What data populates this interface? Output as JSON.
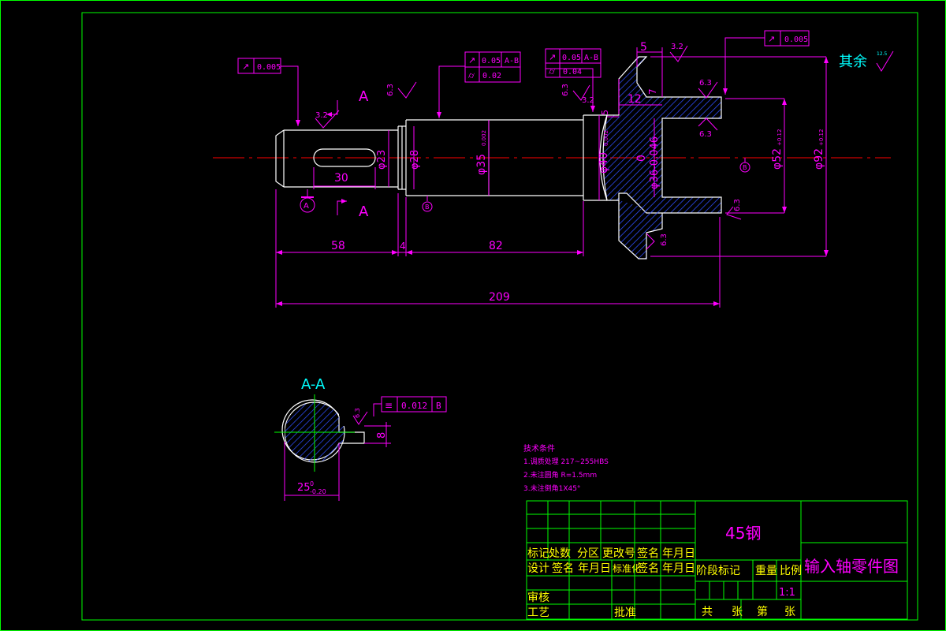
{
  "colors": {
    "background": "#000000",
    "frame": "#00ff00",
    "outline": "#ffffff",
    "dimension": "#ff00ff",
    "centerline": "#ff0000",
    "hatch": "#3050ff",
    "cyan": "#00ffff",
    "yellow": "#ffff00"
  },
  "tolerance_frames": {
    "left_runout": {
      "symbol": "↗",
      "value": "0.005"
    },
    "middle_runout": {
      "symbol": "↗",
      "value": "0.05",
      "datum": "A-B"
    },
    "middle_cyl": {
      "symbol": "⌭",
      "value": "0.02"
    },
    "disk_runout": {
      "symbol": "↗",
      "value": "0.05",
      "datum": "A-B"
    },
    "disk_cyl": {
      "symbol": "⌭",
      "value": "0.04"
    },
    "right_runout": {
      "symbol": "↗",
      "value": "0.005"
    },
    "section_sym": {
      "symbol": "≡",
      "value": "0.012",
      "datum": "B"
    }
  },
  "section_marks": {
    "top": "A",
    "bottom": "A"
  },
  "datum_labels": {
    "a": "A",
    "b": "B"
  },
  "roughness": {
    "r1": "3.2",
    "r2": "6.3",
    "r3": "6.3",
    "r4": "3.2",
    "r5": "6.3",
    "r6": "6.3",
    "r7": "6.3",
    "r8": "6.3",
    "r9": "3.2",
    "r10": "6.3"
  },
  "rest_label": "其余",
  "rest_symbol": "12.5",
  "dimensions": {
    "key_length": "30",
    "d23": "φ23",
    "d28": "φ28",
    "d35": "φ35",
    "d35_tol": "0.002",
    "d40": "φ40",
    "d40_tol": "0.002",
    "d36": "φ36-0.046",
    "d36_zero": "0",
    "d52": "φ52",
    "d52_tol": "+0.12",
    "d92": "φ92",
    "d92_tol": "+0.12",
    "l58": "58",
    "l4": "4",
    "l82": "82",
    "l209": "209",
    "l5": "5",
    "l12": "12",
    "l7": "7",
    "l5b": "5"
  },
  "section_view": {
    "title": "A-A",
    "width": "25",
    "width_tol_upper": "0",
    "width_tol_lower": "-0.20",
    "depth": "8"
  },
  "tech_notes": {
    "title": "技术条件",
    "items": [
      "1.调质处理 217~255HBS",
      "2.未注圆角 R=1.5mm",
      "3.未注倒角1X45°"
    ]
  },
  "title_block": {
    "material": "45钢",
    "drawing_name": "输入轴零件图",
    "labels": {
      "mark": "标记",
      "count": "处数",
      "zone": "分区",
      "change_no": "更改号",
      "sign": "签名",
      "date": "年月日",
      "design": "设计",
      "sign2": "签名",
      "date2": "年月日",
      "standard": "标准化",
      "sign3": "签名",
      "date3": "年月日",
      "stage": "阶段标记",
      "weight": "重量",
      "scale": "比例",
      "review": "审核",
      "process": "工艺",
      "approve": "批准",
      "total": "共",
      "sheets": "张",
      "no": "第",
      "sheet": "张"
    },
    "scale_value": "1:1"
  }
}
